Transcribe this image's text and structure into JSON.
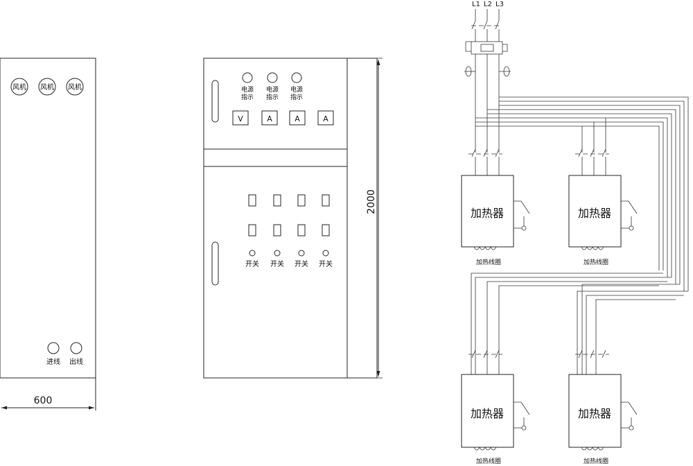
{
  "side_view": {
    "fan_labels": [
      "风机",
      "风机",
      "风机"
    ],
    "inlet_label": "进线",
    "outlet_label": "出线",
    "width_dim": "600"
  },
  "front_view": {
    "indicator_labels": [
      [
        "电源",
        "指示"
      ],
      [
        "电源",
        "指示"
      ],
      [
        "电源",
        "指示"
      ]
    ],
    "meter_labels": [
      "V",
      "A",
      "A",
      "A"
    ],
    "switch_labels": [
      "开关",
      "开关",
      "开关",
      "开关"
    ],
    "height_dim": "2000"
  },
  "schematic": {
    "phases": [
      "L1",
      "L2",
      "L3"
    ],
    "heater_label": "加热器",
    "coil_label": "加热线圈"
  }
}
